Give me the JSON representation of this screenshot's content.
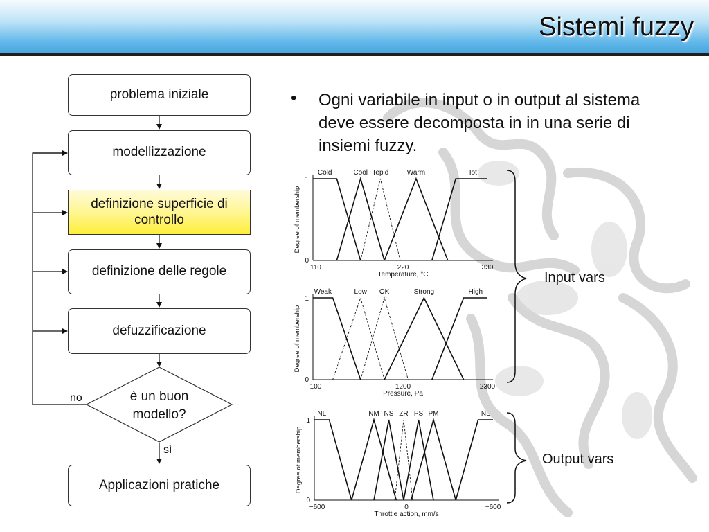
{
  "slide": {
    "title": "Sistemi fuzzy",
    "bullet": "Ogni variabile in input o in output al sistema deve essere decomposta in in una serie di insiemi fuzzy."
  },
  "flowchart": {
    "steps": [
      "problema iniziale",
      "modellizzazione",
      "definizione superficie di controllo",
      "definizione delle regole",
      "defuzzificazione"
    ],
    "decision": "è un buon modello?",
    "no_label": "no",
    "yes_label": "sì",
    "final": "Applicazioni pratiche",
    "highlight_color": "#fff58a"
  },
  "plots": [
    {
      "ylabel": "Degree of membership",
      "xlabel": "Temperature, °C",
      "y_ticks": [
        "1",
        "0"
      ],
      "x_ticks": [
        "110",
        "220",
        "330"
      ],
      "sets": [
        "Cold",
        "Cool",
        "Tepid",
        "Warm",
        "Hot"
      ],
      "xmin": 110,
      "xmax": 330,
      "mf": [
        {
          "type": "left",
          "pts": [
            110,
            140,
            170
          ]
        },
        {
          "type": "tri",
          "pts": [
            140,
            170,
            200
          ]
        },
        {
          "type": "tri",
          "pts": [
            170,
            195,
            220
          ]
        },
        {
          "type": "tri",
          "pts": [
            200,
            240,
            280
          ]
        },
        {
          "type": "right",
          "pts": [
            260,
            290,
            330
          ]
        }
      ]
    },
    {
      "ylabel": "Degree of membership",
      "xlabel": "Pressure, Pa",
      "y_ticks": [
        "1",
        "0"
      ],
      "x_ticks": [
        "100",
        "1200",
        "2300"
      ],
      "sets": [
        "Weak",
        "Low",
        "OK",
        "Strong",
        "High"
      ],
      "xmin": 100,
      "xmax": 2300,
      "mf": [
        {
          "type": "left",
          "pts": [
            100,
            350,
            700
          ]
        },
        {
          "type": "tri",
          "pts": [
            350,
            700,
            1000
          ]
        },
        {
          "type": "tri",
          "pts": [
            700,
            1000,
            1300
          ]
        },
        {
          "type": "tri",
          "pts": [
            1000,
            1500,
            2000
          ]
        },
        {
          "type": "right",
          "pts": [
            1600,
            2000,
            2300
          ]
        }
      ]
    },
    {
      "ylabel": "Degree of membership",
      "xlabel": "Throttle action, mm/s",
      "y_ticks": [
        "1",
        "0"
      ],
      "x_ticks": [
        "−600",
        "0",
        "+600"
      ],
      "sets": [
        "NL",
        "NM",
        "NS",
        "ZR",
        "PS",
        "PM",
        "NL"
      ],
      "xmin": -600,
      "xmax": 600,
      "mf": [
        {
          "type": "left",
          "pts": [
            -600,
            -500,
            -350
          ]
        },
        {
          "type": "tri",
          "pts": [
            -350,
            -200,
            -50
          ]
        },
        {
          "type": "tri",
          "pts": [
            -200,
            -100,
            0
          ]
        },
        {
          "type": "tri",
          "pts": [
            -60,
            0,
            60
          ]
        },
        {
          "type": "tri",
          "pts": [
            0,
            100,
            200
          ]
        },
        {
          "type": "tri",
          "pts": [
            50,
            200,
            350
          ]
        },
        {
          "type": "right",
          "pts": [
            350,
            500,
            600
          ]
        }
      ]
    }
  ],
  "braces": {
    "input_label": "Input vars",
    "output_label": "Output vars"
  }
}
